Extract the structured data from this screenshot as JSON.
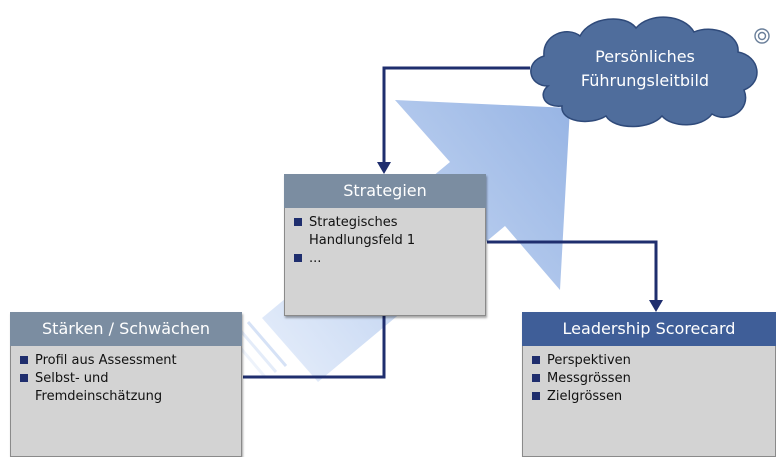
{
  "cloud": {
    "line1": "Persönliches",
    "line2": "Führungsleitbild"
  },
  "strategies": {
    "title": "Strategien",
    "items": [
      "Strategisches Handlungsfeld 1",
      "..."
    ]
  },
  "strengths": {
    "title": "Stärken / Schwächen",
    "items": [
      "Profil aus Assessment",
      "Selbst- und Fremdeinschätzung"
    ]
  },
  "scorecard": {
    "title": "Leadership Scorecard",
    "items": [
      "Perspektiven",
      "Messgrössen",
      "Zielgrössen"
    ]
  },
  "colors": {
    "cloud_fill": "#4f6d9c",
    "connector": "#1f2e6e",
    "arrow_fill": "#a9c0e8",
    "box_head_grey": "#7b8da1",
    "box_head_blue": "#3f5e98",
    "box_body": "#d3d3d3"
  }
}
